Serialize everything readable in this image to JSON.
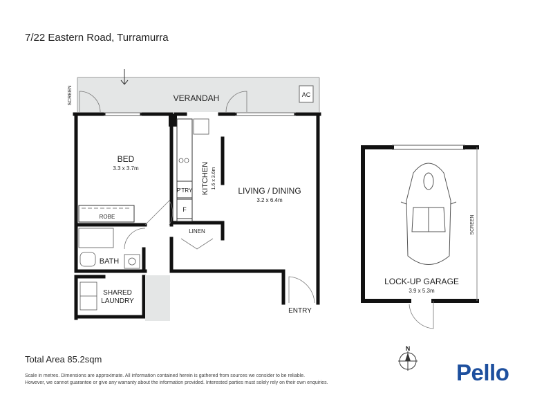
{
  "header": {
    "address": "7/22 Eastern Road, Turramurra"
  },
  "footer": {
    "total_area": "Total Area 85.2sqm",
    "disclaimer_line1": "Scale in metres. Dimensions are approximate. All information contained herein is gathered from sources we consider to be reliable.",
    "disclaimer_line2": "However, we cannot guarantee or give any warranty about the information provided. Interested parties must solely rely on their own enquiries.",
    "brand": "Pello"
  },
  "compass": {
    "north_label": "N"
  },
  "rooms": {
    "verandah": "VERANDAH",
    "ac": "AC",
    "screen_left": "SCREEN",
    "bed": "BED",
    "bed_dims": "3.3 x 3.7m",
    "robe": "ROBE",
    "kitchen": "KITCHEN",
    "kitchen_dims": "1.6 x 3.6m",
    "pantry": "P'TRY",
    "fridge": "F",
    "living": "LIVING / DINING",
    "living_dims": "3.2 x 6.4m",
    "linen": "LINEN",
    "bath": "BATH",
    "laundry_line1": "SHARED",
    "laundry_line2": "LAUNDRY",
    "entry": "ENTRY",
    "garage": "LOCK-UP GARAGE",
    "garage_dims": "3.9 x 5.3m",
    "screen_right": "SCREEN"
  },
  "colors": {
    "wall": "#111111",
    "shaded": "#e4e6e6",
    "brand": "#1d4f9e"
  }
}
